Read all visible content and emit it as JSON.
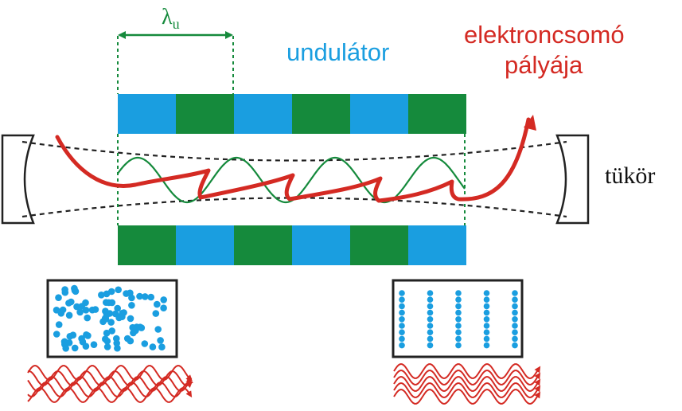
{
  "labels": {
    "wavelength_symbol": "λ",
    "wavelength_subscript": "u",
    "undulator": "undulátor",
    "electron_path_line1": "elektroncsomó",
    "electron_path_line2": "pályája",
    "mirror": "tükör"
  },
  "colors": {
    "magnet_blue": "#1a9ee0",
    "magnet_green": "#158a3c",
    "electron_path": "#d42a23",
    "wave": "#158a3c",
    "dots": "#1a9ee0",
    "undulator_text": "#1a9ee0",
    "electron_text": "#d42a23",
    "wavelength_text": "#158a3c"
  },
  "undulator": {
    "top_row": [
      "blue",
      "green",
      "blue",
      "green",
      "blue",
      "green"
    ],
    "bottom_row": [
      "green",
      "blue",
      "green",
      "blue",
      "green",
      "blue"
    ]
  },
  "bunching": {
    "incoherent": {
      "dot_count": 90,
      "wave_count": 5
    },
    "coherent": {
      "columns": 5,
      "dots_per_column": 9,
      "wave_count": 5
    }
  },
  "icons": [
    "left-mirror-icon",
    "right-mirror-icon",
    "arrow-icon"
  ]
}
